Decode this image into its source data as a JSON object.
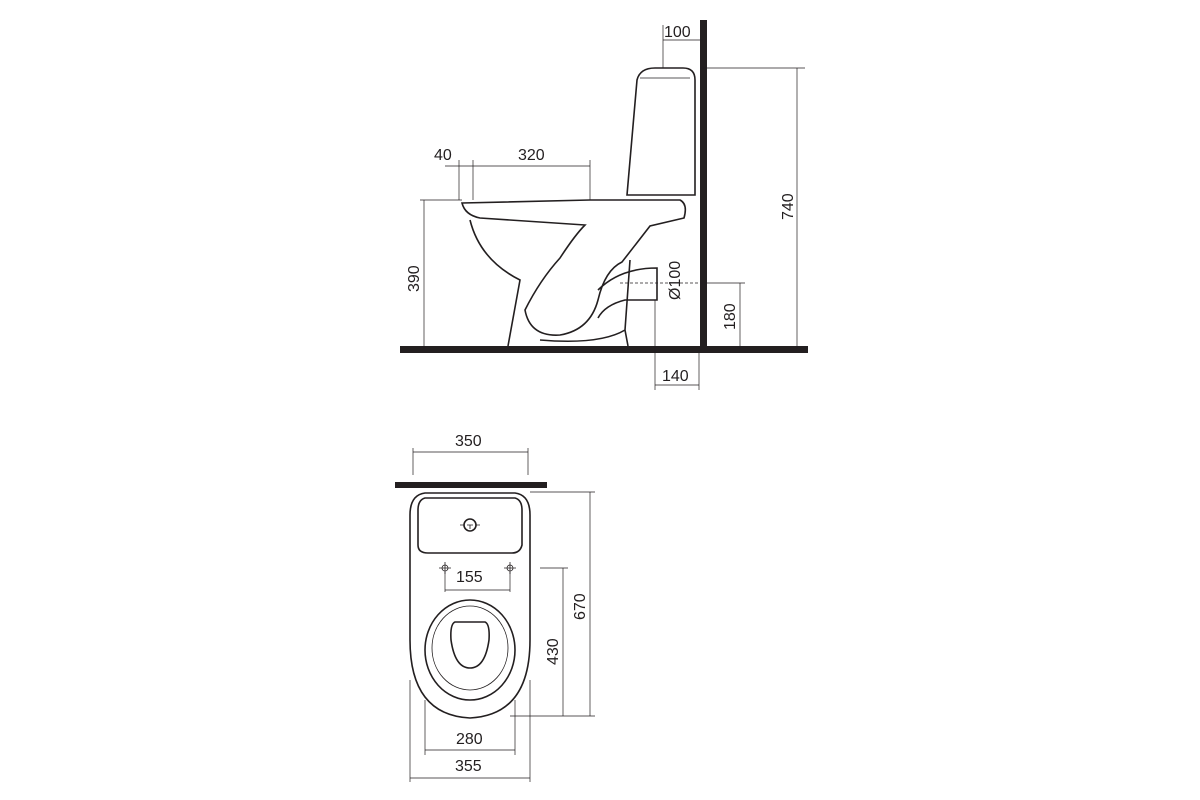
{
  "side_view": {
    "dims": {
      "tank_wall_offset": "100",
      "total_height": "740",
      "rim_front": "40",
      "seat_length": "320",
      "seat_height": "390",
      "outlet_diameter": "Ø100",
      "outlet_height": "180",
      "outlet_wall_distance": "140"
    }
  },
  "top_view": {
    "dims": {
      "tank_width": "350",
      "fixing_spacing": "155",
      "total_depth": "670",
      "bowl_depth": "430",
      "seat_inner_width": "280",
      "bowl_width": "355"
    }
  }
}
